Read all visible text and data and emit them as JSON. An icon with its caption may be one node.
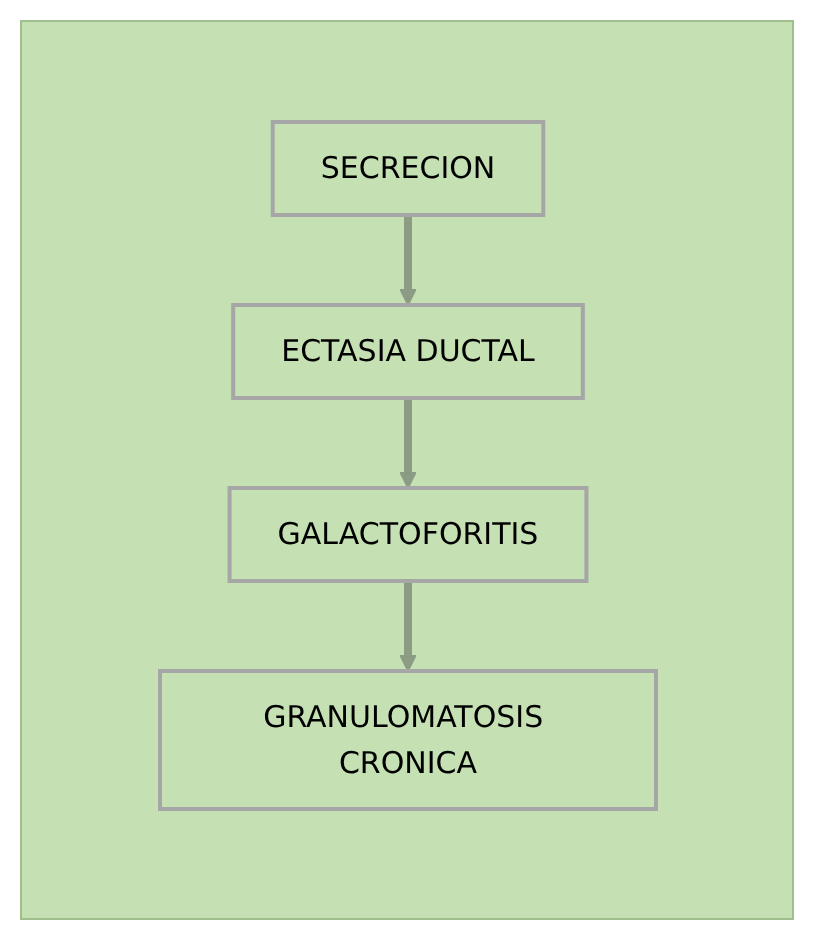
{
  "diagram": {
    "nodes": [
      {
        "text": [
          "SECRECION"
        ]
      },
      {
        "text": [
          "ECTASIA DUCTAL"
        ]
      },
      {
        "text": [
          "GALACTOFORITIS"
        ]
      },
      {
        "text": [
          "GRANULOMATOSIS CRONICA"
        ]
      }
    ],
    "edges": [
      {
        "from": 0,
        "to": 1,
        "arrow": "to"
      },
      {
        "from": 1,
        "to": 2,
        "arrow": "to"
      },
      {
        "from": 2,
        "to": 3,
        "arrow": "to"
      }
    ]
  }
}
